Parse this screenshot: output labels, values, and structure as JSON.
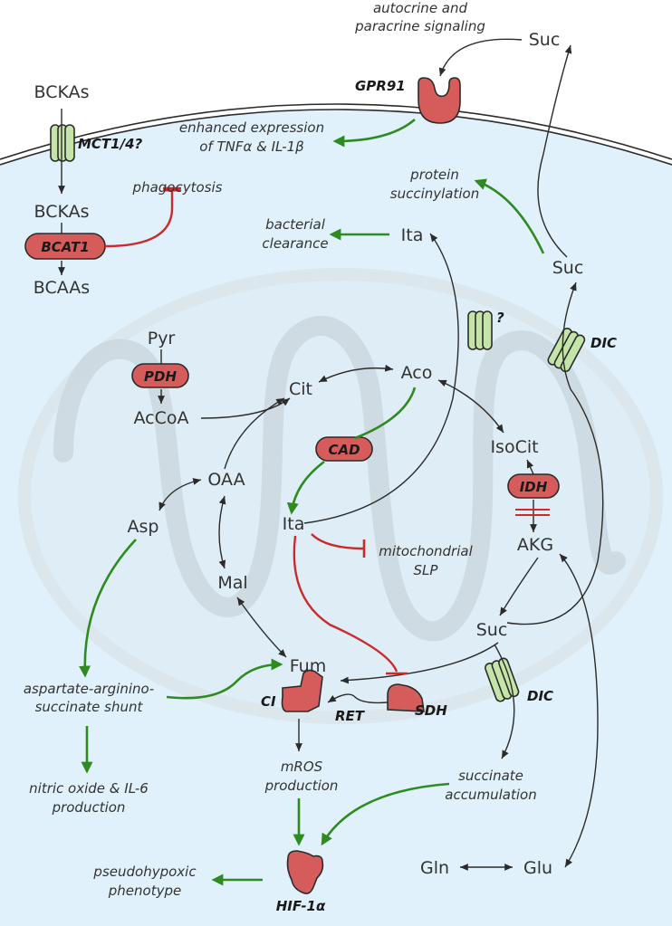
{
  "extracellular": {
    "signaling_note": [
      "autocrine and",
      "paracrine signaling"
    ],
    "suc": "Suc",
    "bckas": "BCKAs",
    "gpr91": "GPR91",
    "mct": "MCT1/4?",
    "cytokine_note": [
      "enhanced expression",
      "of TNFα & IL-1β"
    ]
  },
  "cytosol": {
    "bckas": "BCKAs",
    "bcat1": "BCAT1",
    "bcaas": "BCAAs",
    "phagocytosis": "phagocytosis",
    "protein_succ": [
      "protein",
      "succinylation"
    ],
    "bacterial": [
      "bacterial",
      "clearance"
    ],
    "ita": "Ita",
    "suc": "Suc",
    "aspartate_shunt": [
      "aspartate-arginino-",
      "succinate shunt"
    ],
    "nitric_oxide": [
      "nitric oxide & IL-6",
      "production"
    ],
    "mros": [
      "mROS",
      "production"
    ],
    "succinate_acc": [
      "succinate",
      "accumulation"
    ],
    "pseudohypoxic": [
      "pseudohypoxic",
      "phenotype"
    ],
    "hif": "HIF-1α",
    "gln": "Gln",
    "glu": "Glu"
  },
  "mito": {
    "pyr": "Pyr",
    "pdh": "PDH",
    "accoa": "AcCoA",
    "cit": "Cit",
    "aco": "Aco",
    "cad": "CAD",
    "isocit": "IsoCit",
    "idh": "IDH",
    "akg": "AKG",
    "oaa": "OAA",
    "asp": "Asp",
    "ita": "Ita",
    "mal": "Mal",
    "fum": "Fum",
    "suc": "Suc",
    "slp": [
      "mitochondrial",
      "SLP"
    ],
    "ci": "CI",
    "ret": "RET",
    "sdh": "SDH",
    "unknown_transporter": "?",
    "dic_upper": "DIC",
    "dic_lower": "DIC"
  },
  "colors": {
    "activation": "#2e8b1f",
    "inhibition": "#cc2a2a",
    "enzyme": "#d65c5c",
    "transporter": "#c5e5a8",
    "cytosol": "#e0f1fb",
    "mitochondrion": "#d7dde1"
  }
}
